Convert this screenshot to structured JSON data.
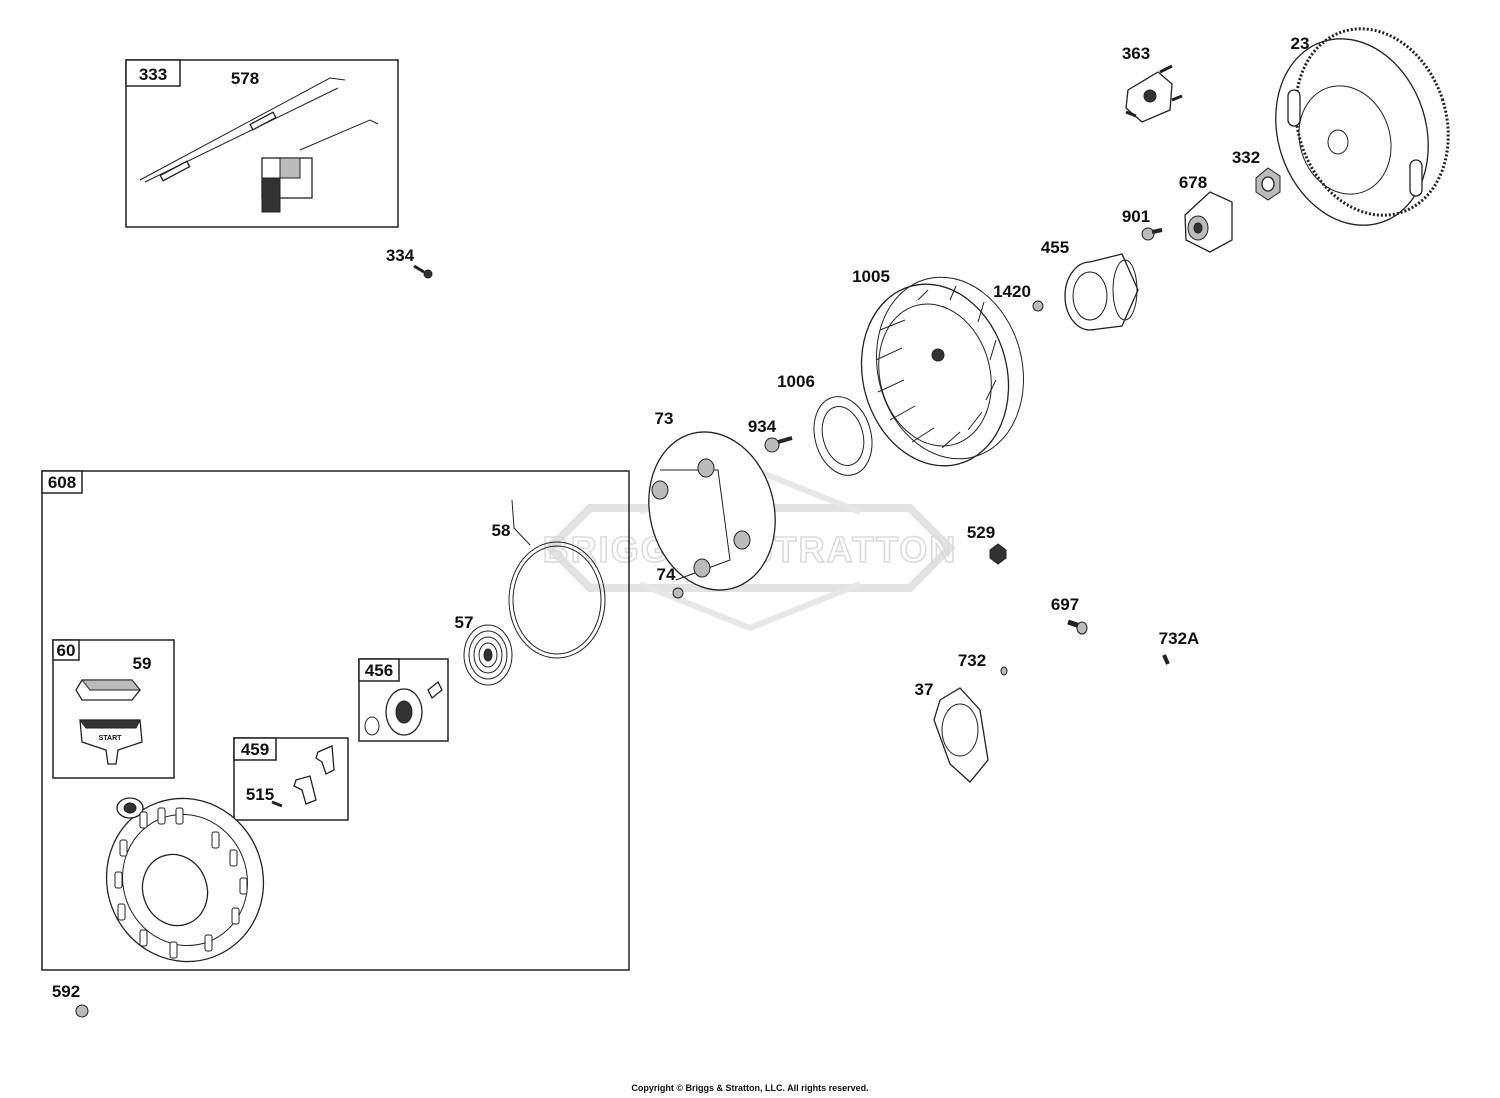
{
  "diagram": {
    "watermark": "BRIGGS & STRATTON",
    "copyright": "Copyright © Briggs & Stratton, LLC. All rights reserved.",
    "boxes": [
      {
        "id": "box-333",
        "label": "333"
      },
      {
        "id": "box-608",
        "label": "608"
      },
      {
        "id": "box-60",
        "label": "60"
      },
      {
        "id": "box-456",
        "label": "456"
      },
      {
        "id": "box-459",
        "label": "459"
      }
    ],
    "callouts": [
      {
        "id": "23",
        "label": "23"
      },
      {
        "id": "363",
        "label": "363"
      },
      {
        "id": "332",
        "label": "332"
      },
      {
        "id": "678",
        "label": "678"
      },
      {
        "id": "901",
        "label": "901"
      },
      {
        "id": "455",
        "label": "455"
      },
      {
        "id": "1420",
        "label": "1420"
      },
      {
        "id": "1005",
        "label": "1005"
      },
      {
        "id": "1006",
        "label": "1006"
      },
      {
        "id": "934",
        "label": "934"
      },
      {
        "id": "73",
        "label": "73"
      },
      {
        "id": "74",
        "label": "74"
      },
      {
        "id": "529",
        "label": "529"
      },
      {
        "id": "697",
        "label": "697"
      },
      {
        "id": "732A",
        "label": "732A"
      },
      {
        "id": "732",
        "label": "732"
      },
      {
        "id": "37",
        "label": "37"
      },
      {
        "id": "578",
        "label": "578"
      },
      {
        "id": "334",
        "label": "334"
      },
      {
        "id": "58",
        "label": "58"
      },
      {
        "id": "57",
        "label": "57"
      },
      {
        "id": "59",
        "label": "59"
      },
      {
        "id": "515",
        "label": "515"
      },
      {
        "id": "592",
        "label": "592"
      }
    ],
    "handle_text": "START"
  }
}
